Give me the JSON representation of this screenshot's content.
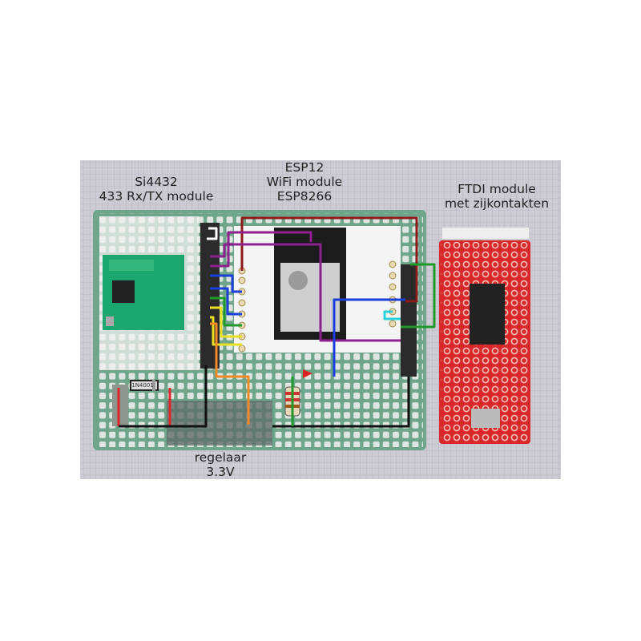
{
  "labels": {
    "si4432": [
      "Si4432",
      "433 Rx/TX module"
    ],
    "esp": [
      "ESP12",
      "WiFi module",
      "ESP8266"
    ],
    "ftdi": [
      "FTDI module",
      "met zijkontakten"
    ],
    "regulator": [
      "regelaar",
      "3.3V"
    ],
    "diode": "1N4001"
  },
  "colors": {
    "background_grid": "#c9c7cf",
    "perfboard": "#6fa58a",
    "ftdi_board": "#d8282a",
    "rf_module": "#1aa66e",
    "wire_red": "#e0262a",
    "wire_darkred": "#8b1a1a",
    "wire_purple": "#8e1f8e",
    "wire_blue": "#1b3fd8",
    "wire_green": "#1f9a2a",
    "wire_yellow": "#e8e020",
    "wire_orange": "#ef8a26",
    "wire_cyan": "#2ad0d8",
    "wire_black": "#111111"
  }
}
